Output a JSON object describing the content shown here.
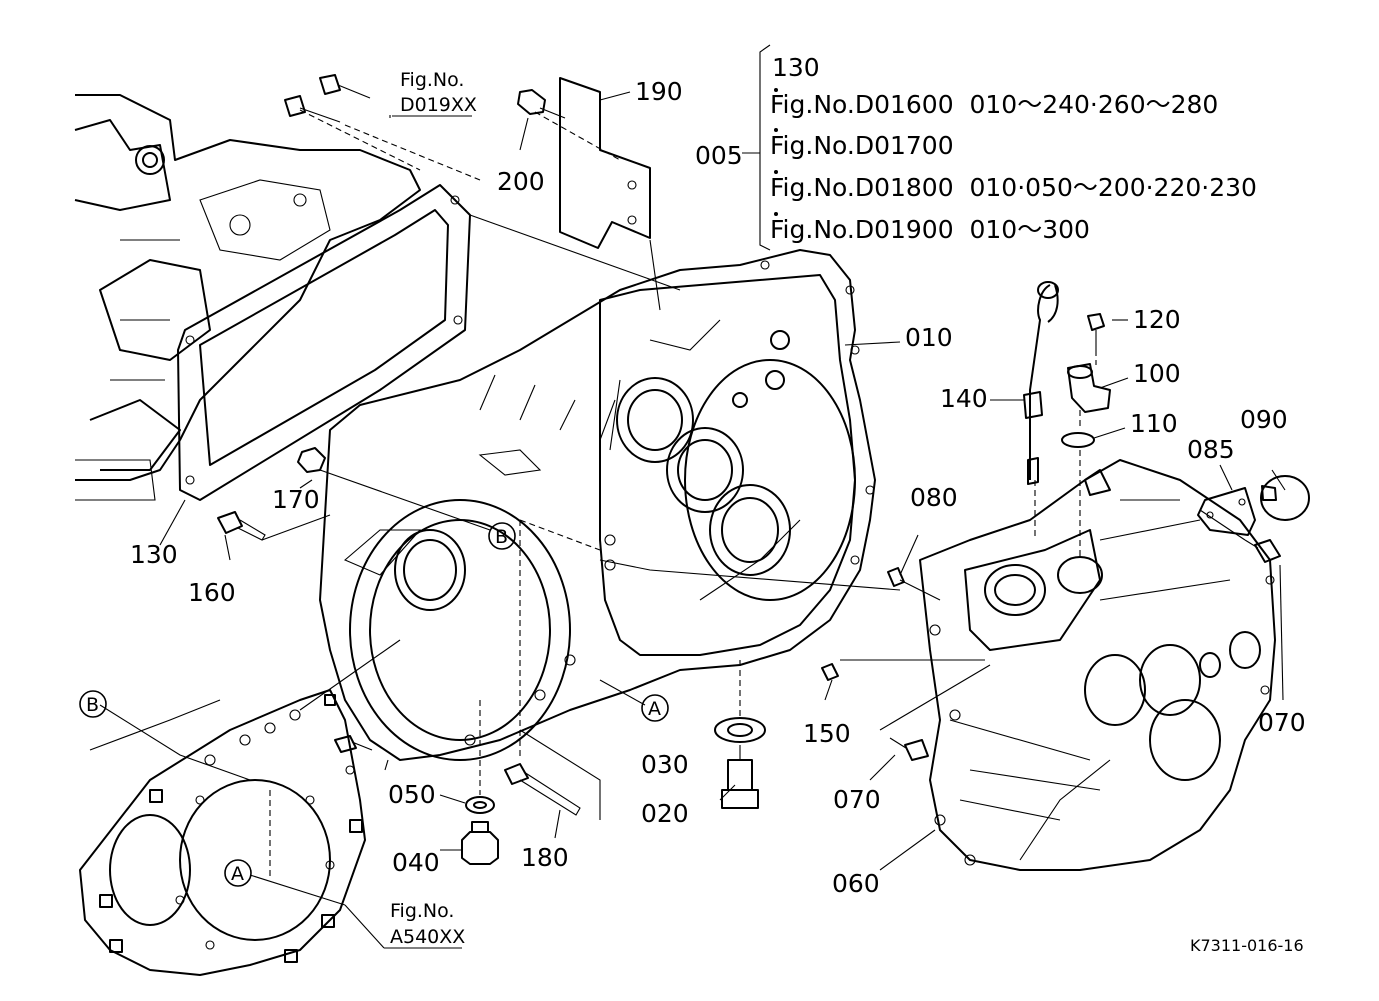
{
  "callouts": {
    "p130_top": "130",
    "p190": "190",
    "p200": "200",
    "p005": "005",
    "p010": "010",
    "p120": "120",
    "p100": "100",
    "p140": "140",
    "p110": "110",
    "p090": "090",
    "p085": "085",
    "p080": "080",
    "p170": "170",
    "p130": "130",
    "p160": "160",
    "p070_right": "070",
    "p150": "150",
    "p030": "030",
    "p020": "020",
    "p070": "070",
    "p050": "050",
    "p040": "040",
    "p180": "180",
    "p060": "060"
  },
  "kit_list": [
    "Fig.No.D01600  010～240·260～280",
    "Fig.No.D01700",
    "Fig.No.D01800  010·050～200·220·230",
    "Fig.No.D01900  010～300"
  ],
  "refs": {
    "d019_title": "Fig.No.",
    "d019_code": "D019XX",
    "a540_title": "Fig.No.",
    "a540_code": "A540XX"
  },
  "markers": {
    "a": "A",
    "b": "B"
  },
  "footer_code": "K7311-016-16"
}
